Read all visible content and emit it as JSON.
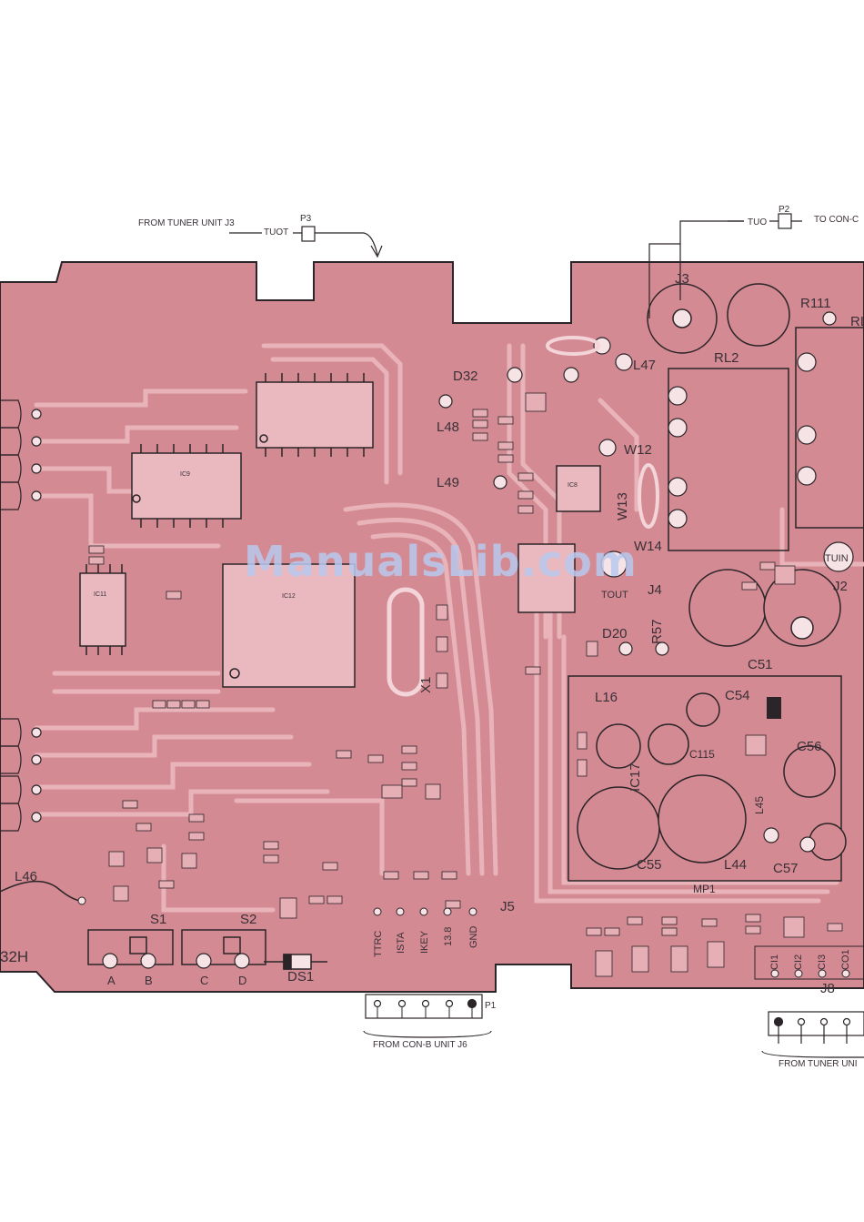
{
  "connections": {
    "top_left": {
      "from_label": "FROM TUNER UNIT J3",
      "signal": "TUOT",
      "plug": "P3"
    },
    "top_right": {
      "signal": "TUO",
      "plug": "P2",
      "to_label": "TO CON-C"
    },
    "bottom_mid": {
      "plug": "P1",
      "from_label": "FROM CON-B UNIT J6"
    },
    "bottom_right": {
      "from_label": "FROM TUNER UNI"
    }
  },
  "components": {
    "j3": "J3",
    "r111": "R111",
    "rl": "RL",
    "rl2": "RL2",
    "l47": "L47",
    "d32": "D32",
    "l48": "L48",
    "l49": "L49",
    "w12": "W12",
    "w13": "W13",
    "w14": "W14",
    "tuin": "TUIN",
    "j2": "J2",
    "tout": "TOUT",
    "j4": "J4",
    "r57": "R57",
    "d20": "D20",
    "c51": "C51",
    "l16": "L16",
    "c54": "C54",
    "c115": "C115",
    "c56": "C56",
    "ic17": "IC17",
    "l45": "L45",
    "c55": "C55",
    "l44": "L44",
    "c57": "C57",
    "mp1": "MP1",
    "x1": "X1",
    "l46": "L46",
    "s1": "S1",
    "s2": "S2",
    "ds1": "DS1",
    "j5": "J5",
    "j8": "J8",
    "board_id": "32H",
    "ic8": "IC8",
    "ic9": "IC9",
    "ic11": "IC11",
    "ic12": "IC12"
  },
  "switch_pins": [
    "A",
    "B",
    "C",
    "D"
  ],
  "j5_pins": [
    "TTRC",
    "ISTA",
    "IKEY",
    "13.8",
    "GND"
  ],
  "j8_pins": [
    "CI1",
    "CI2",
    "CI3",
    "CO1"
  ],
  "watermark": "ManualsLib.com",
  "colors": {
    "board": "#d48a92",
    "trace": "#e8b4ba",
    "pad": "#f6e3e6",
    "outline": "#2b2428"
  }
}
